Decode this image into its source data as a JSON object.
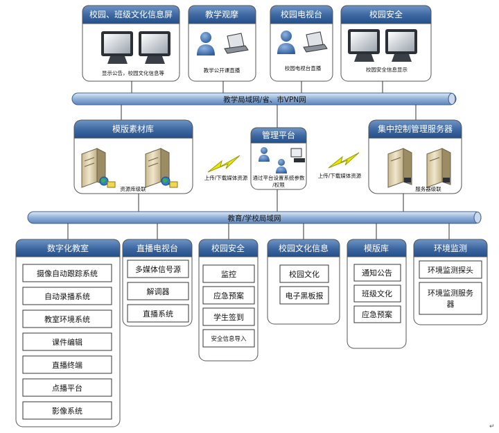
{
  "top_boxes": [
    {
      "title": "校园、班级文化信息屏",
      "caption": "显示公告，校园文化信息等"
    },
    {
      "title": "教学观摩",
      "caption": "教学公开课直播"
    },
    {
      "title": "校园电视台",
      "caption": "校园电视台直播"
    },
    {
      "title": "校园安全",
      "caption": "校园安全信息显示"
    }
  ],
  "bus_top": "教学局域网/省、市VPN网",
  "mid_boxes": {
    "left": {
      "title": "模版素材库",
      "caption": "资源库级联"
    },
    "center": {
      "title": "管理平台",
      "caption": "通过平台设置系统参数/权限"
    },
    "right": {
      "title": "集中控制管理服务器",
      "caption": "服务器级联"
    }
  },
  "link_labels": {
    "left": "上传/下载媒体资源",
    "right": "上传/下载媒体资源"
  },
  "bus_bottom": "教育/学校局域网",
  "bottom_boxes": [
    {
      "title": "数字化教室",
      "items": [
        "摄像自动跟踪系统",
        "自动录播系统",
        "教室环境系统",
        "课件编辑",
        "直播终端",
        "点播平台",
        "影像系统"
      ]
    },
    {
      "title": "直播电视台",
      "items": [
        "多媒体信号源",
        "解调器",
        "直播系统"
      ]
    },
    {
      "title": "校园安全",
      "items": [
        "监控",
        "应急预案",
        "学生签到",
        "安全信息导入"
      ]
    },
    {
      "title": "校园文化信息",
      "items": [
        "校园文化",
        "电子黑板报"
      ]
    },
    {
      "title": "模版库",
      "items": [
        "通知公告",
        "班级文化",
        "应急预案"
      ]
    },
    {
      "title": "环境监测",
      "items": [
        "环境监测探头",
        "环境监测服务器"
      ]
    }
  ],
  "page_mark": "↵",
  "colors": {
    "header_blue": "#4470a8",
    "header_dark": "#1f4e86",
    "bus_blue": "#7fa2ce",
    "bolt": "#e8e800"
  }
}
